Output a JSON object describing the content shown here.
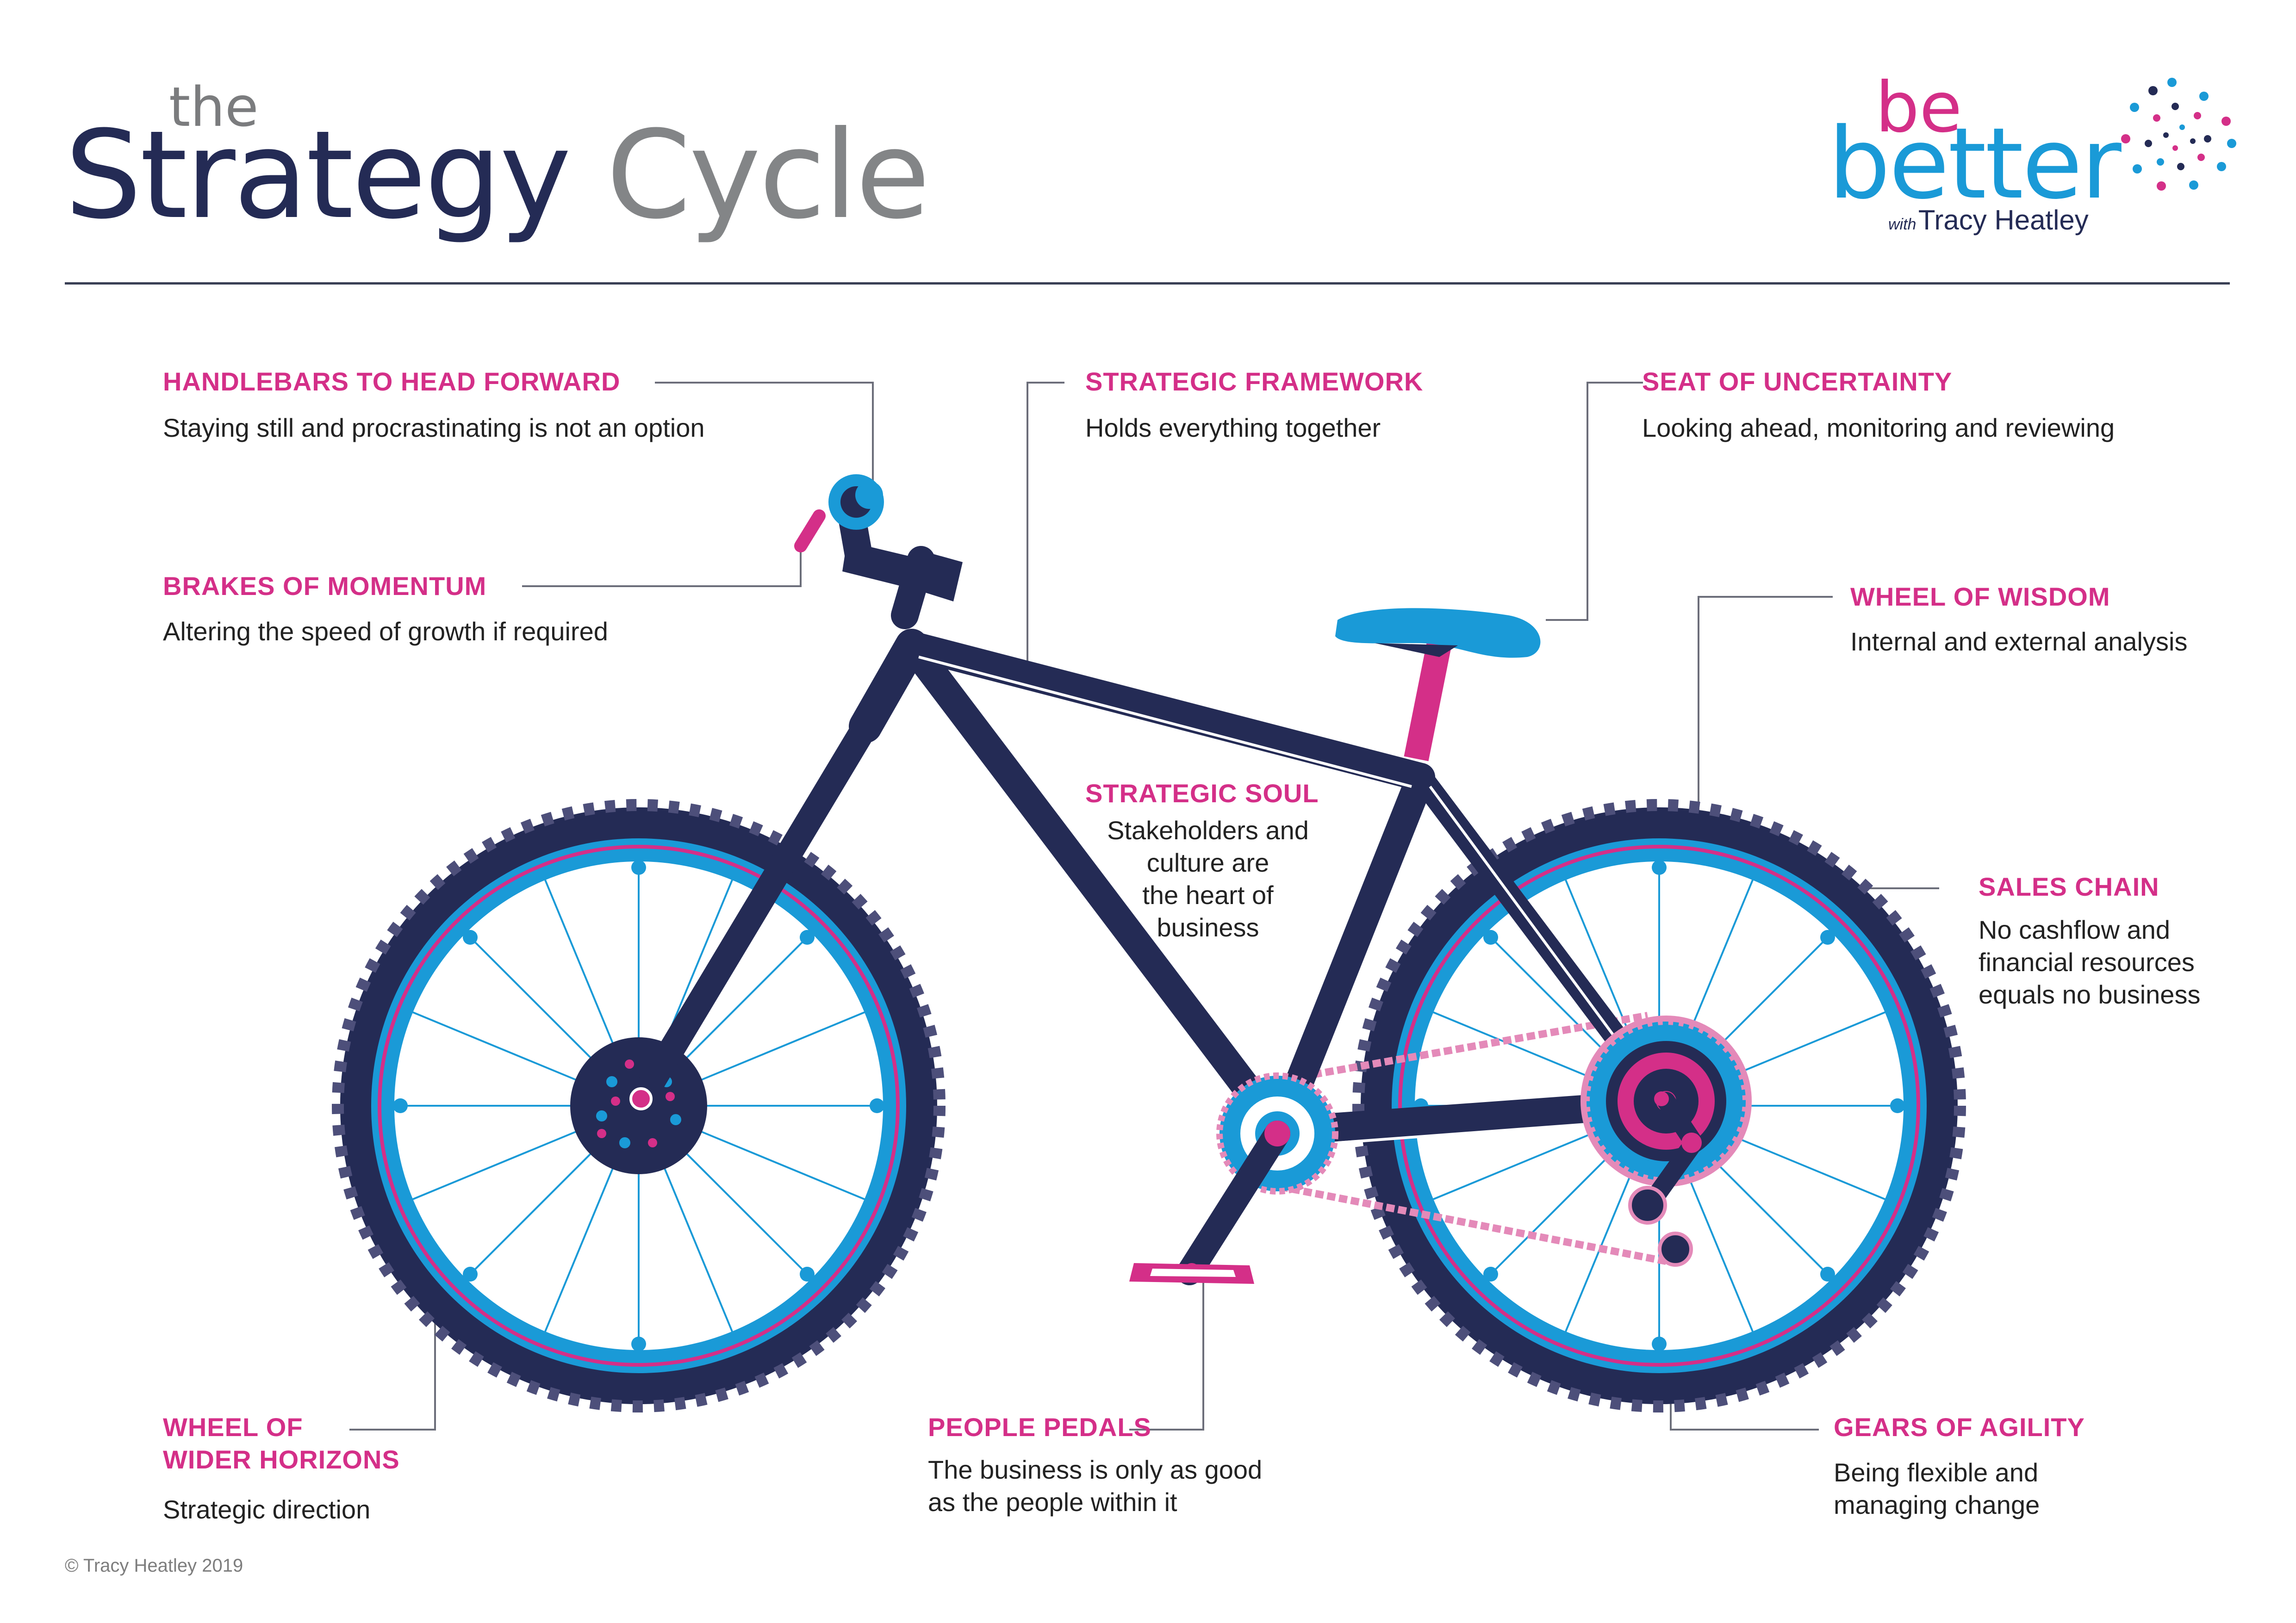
{
  "title": {
    "small": "the",
    "word1": "Strategy",
    "word2": "Cycle"
  },
  "logo": {
    "be": "be",
    "better": "better",
    "with": "with",
    "name": "Tracy Heatley"
  },
  "labels": {
    "handlebars": {
      "heading": "HANDLEBARS TO HEAD FORWARD",
      "text": "Staying still and procrastinating is not an option"
    },
    "brakes": {
      "heading": "BRAKES OF MOMENTUM",
      "text": "Altering the speed of growth if required"
    },
    "framework": {
      "heading": "STRATEGIC FRAMEWORK",
      "text": "Holds everything together"
    },
    "seat": {
      "heading": "SEAT OF UNCERTAINTY",
      "text": "Looking ahead, monitoring and reviewing"
    },
    "wheel_wisdom": {
      "heading": "WHEEL OF WISDOM",
      "text": "Internal and external analysis"
    },
    "soul": {
      "heading": "STRATEGIC SOUL",
      "text_lines": [
        "Stakeholders and",
        "culture are",
        "the heart of",
        "business"
      ]
    },
    "sales_chain": {
      "heading": "SALES CHAIN",
      "text_lines": [
        "No cashflow and",
        "financial resources",
        "equals no business"
      ]
    },
    "wheel_horizons": {
      "heading_lines": [
        "WHEEL OF",
        "WIDER HORIZONS"
      ],
      "text": "Strategic direction"
    },
    "pedals": {
      "heading": "PEOPLE PEDALS",
      "text_lines": [
        "The business is only as good",
        "as the people within it"
      ]
    },
    "gears": {
      "heading": "GEARS OF AGILITY",
      "text_lines": [
        "Being flexible and",
        "managing change"
      ]
    }
  },
  "copyright": "© Tracy Heatley 2019",
  "colors": {
    "navy": "#242b55",
    "blue": "#1a9ad7",
    "pink": "#d42f88",
    "grey": "#838587",
    "tyre_knob": "#4d4f7a",
    "line": "#6c6e7a"
  },
  "icons": [
    "logo-burst-icon",
    "bicycle-illustration"
  ]
}
